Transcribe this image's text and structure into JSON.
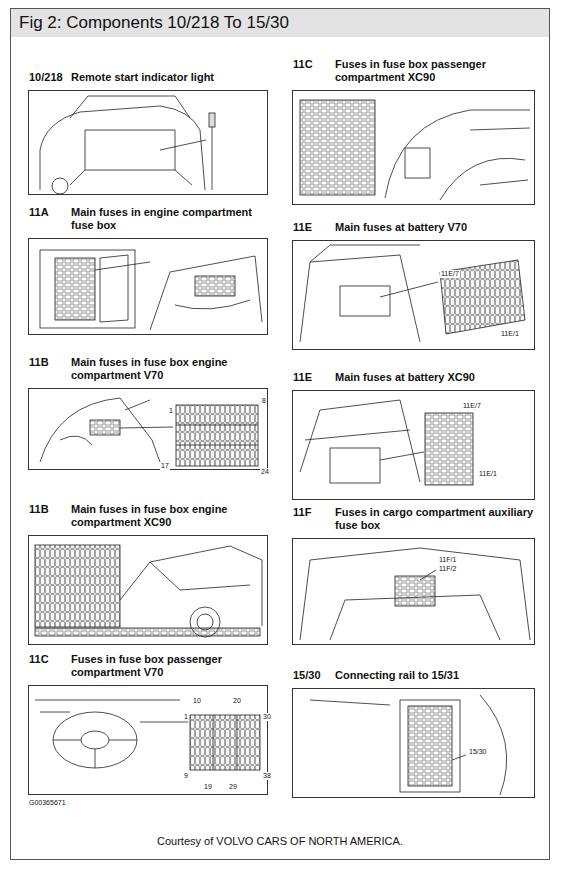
{
  "diagram": {
    "title": "Fig 2: Components 10/218 To 15/30",
    "caption": "Courtesy of VOLVO CARS OF NORTH AMERICA.",
    "nodes": [
      {
        "text": [
          "10/218",
          "Remote start indicator light"
        ]
      },
      {
        "text": [
          "11A",
          "Main fuses in engine compartment fuse box"
        ]
      },
      {
        "text": [
          "11B",
          "Main fuses in fuse box engine compartment V70"
        ]
      },
      {
        "text": [
          "11B",
          "Main fuses in fuse box engine compartment XC90"
        ]
      },
      {
        "text": [
          "11C",
          "Fuses in fuse box passenger compartment V70"
        ]
      },
      {
        "text": [
          "11C",
          "Fuses in fuse box passenger compartment XC90"
        ]
      },
      {
        "text": [
          "11E",
          "Main fuses at battery V70"
        ]
      },
      {
        "text": [
          "11E",
          "Main fuses at battery XC90"
        ]
      },
      {
        "text": [
          "11F",
          "Fuses in cargo compartment auxiliary fuse box"
        ]
      },
      {
        "text": [
          "15/30",
          "Connecting rail to 15/31"
        ]
      }
    ],
    "labels": [
      "1",
      "8",
      "17",
      "24",
      "10",
      "20",
      "1",
      "30",
      "9",
      "19",
      "29",
      "38",
      "11E/7",
      "11E/1",
      "11E/7",
      "11E/1",
      "11F/1",
      "11F/2",
      "15/30",
      "G00365671"
    ]
  }
}
